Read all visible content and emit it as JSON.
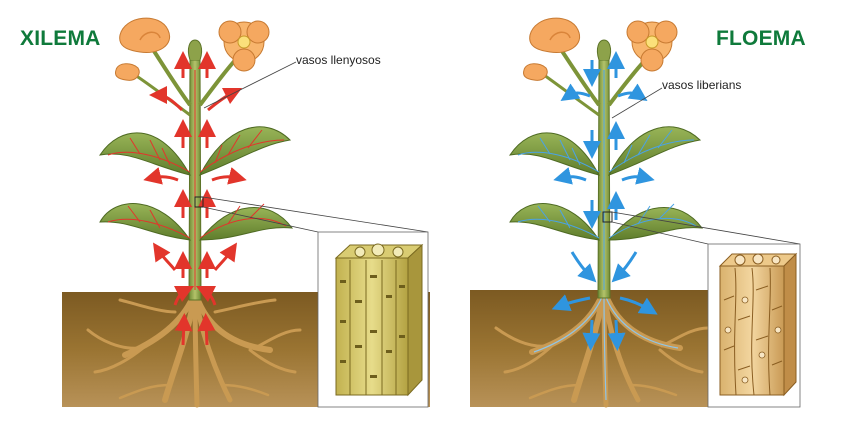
{
  "panels": {
    "xylem": {
      "title": "XILEMA",
      "vessel_label": "vasos llenyosos",
      "arrow_color": "#e2352b"
    },
    "phloem": {
      "title": "FLOEMA",
      "vessel_label": "vasos liberians",
      "arrow_color": "#2f95df"
    }
  },
  "colors": {
    "title": "#0f7a3b",
    "soil": "#8a6425",
    "stem": "#8da24a",
    "leaf": "#7f9e45",
    "petal": "#f5a860",
    "root": "#c79a54"
  }
}
